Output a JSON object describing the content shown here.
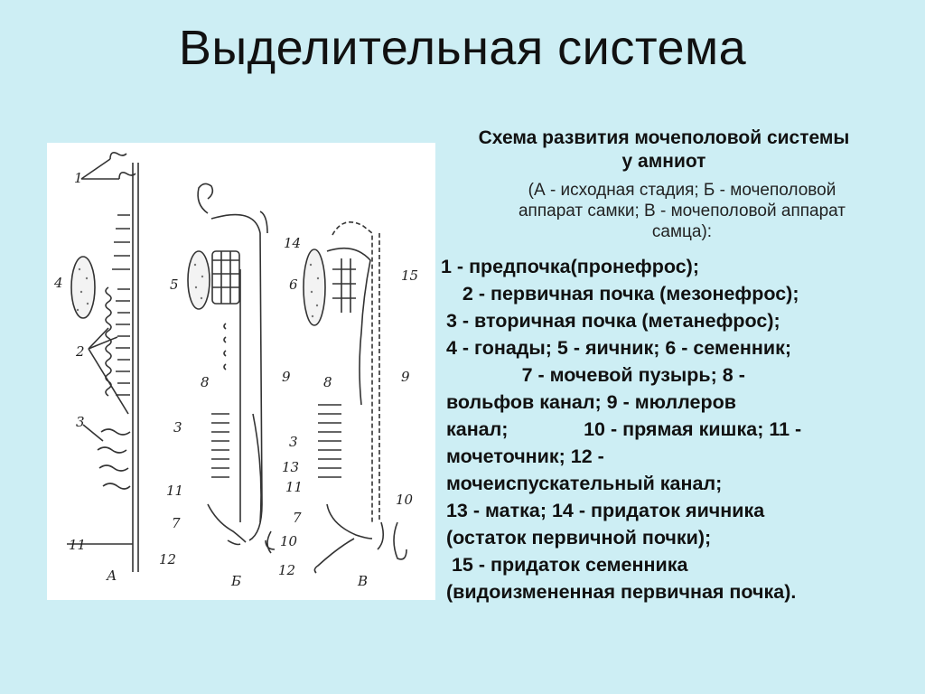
{
  "slide": {
    "title": "Выделительная система"
  },
  "caption": {
    "title_line1": "Схема развития мочеполовой системы",
    "title_line2": "у амниот",
    "sub_line1": "(А - исходная стадия; Б - мочеполовой",
    "sub_line2": "аппарат самки; В - мочеполовой аппарат",
    "sub_line3": "самца):"
  },
  "legend": [
    "1 - предпочка(пронефрос);",
    "    2 - первичная почка (мезонефрос);",
    " 3 - вторичная почка (метанефрос);",
    " 4 - гонады; 5 - яичник; 6 - семенник;",
    "               7 - мочевой пузырь; 8 -",
    " вольфов канал; 9 - мюллеров",
    " канал;              10 - прямая кишка; 11 -",
    " мочеточник; 12 -",
    " мочеиспускательный канал;",
    " 13 - матка; 14 - придаток яичника",
    " (остаток первичной почки);",
    "  15 - придаток семенника",
    " (видоизмененная первичная почка)."
  ],
  "figure": {
    "labels_a": [
      "1",
      "4",
      "2",
      "3",
      "11",
      "А"
    ],
    "labels_b": [
      "14",
      "5",
      "8",
      "9",
      "3",
      "13",
      "11",
      "7",
      "12",
      "10",
      "Б"
    ],
    "labels_c": [
      "15",
      "6",
      "8",
      "9",
      "3",
      "11",
      "7",
      "12",
      "10",
      "В"
    ]
  }
}
